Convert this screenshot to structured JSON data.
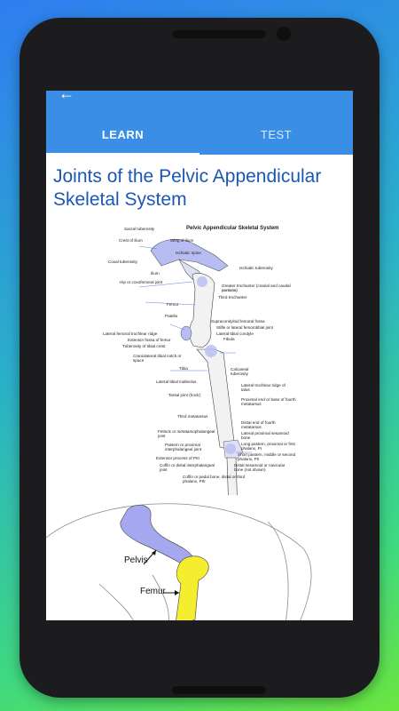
{
  "app": {
    "tabs": [
      {
        "label": "LEARN",
        "active": true
      },
      {
        "label": "TEST",
        "active": false
      }
    ],
    "accent_color": "#3a8ee6",
    "title_color": "#1b57b6"
  },
  "page": {
    "title": "Joints of the Pelvic Appendicular Skeletal System"
  },
  "diagram": {
    "title": "Pelvic Appendicular Skeletal System",
    "labels_left": [
      "Sacral tuberosity",
      "Crest of ilium",
      "Coxal tuberosity",
      "Ilium",
      "Hip or coxofemoral joint",
      "Femur",
      "Patella",
      "Lateral femoral trochlear ridge",
      "Extensor fossa of femur",
      "Tuberosity of tibial crest",
      "Craniolateral tibial notch or space",
      "Tibia",
      "Lateral tibial malleolus",
      "Tarsal joint (hock)",
      "Third metatarsus",
      "Fetlock or metatarsophalangeal joint",
      "Pastern or proximal interphalangeal joint",
      "Extensor process of PIII",
      "Coffin or distal interphalangeal joint",
      "Coffin or pedal bone, distal or third phalanx, PIII"
    ],
    "labels_right": [
      "Wing of ilium",
      "Ischiatic spine",
      "Ischiatic tuberosity",
      "Greater trochanter (cranial and caudal portions)",
      "Third trochanter",
      "Supracondyloid femoral fossa",
      "Stifle or lateral femorotibial joint",
      "Lateral tibial condyle",
      "Fibula",
      "Calcaneal tuberosity",
      "Lateral trochlear ridge of talus",
      "Proximal end or base of fourth metatarsus",
      "Distal end of fourth metatarsus",
      "Lateral proximal sesamoid bone",
      "Long pastern, proximal or first phalanx, PI",
      "Short pastern, middle or second phalanx, PII",
      "Distal sesamoid or navicular bone (not shown)"
    ]
  },
  "photo": {
    "labels": [
      "Pelvis",
      "Femur"
    ]
  }
}
